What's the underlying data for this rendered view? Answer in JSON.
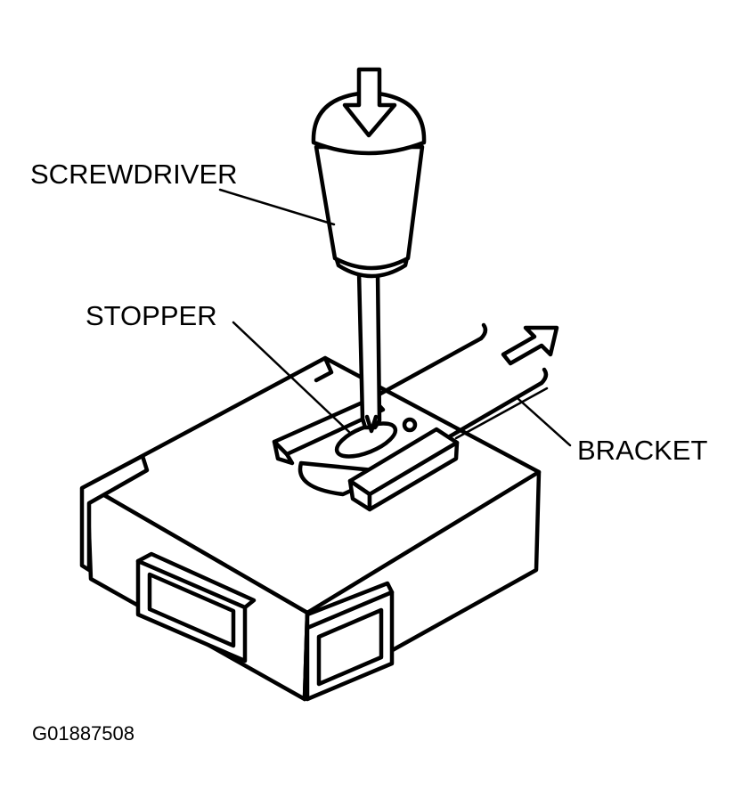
{
  "labels": {
    "screwdriver": "SCREWDRIVER",
    "stopper": "STOPPER",
    "bracket": "BRACKET"
  },
  "figure_code": "G01887508",
  "colors": {
    "ink": "#000000",
    "background": "#ffffff"
  }
}
